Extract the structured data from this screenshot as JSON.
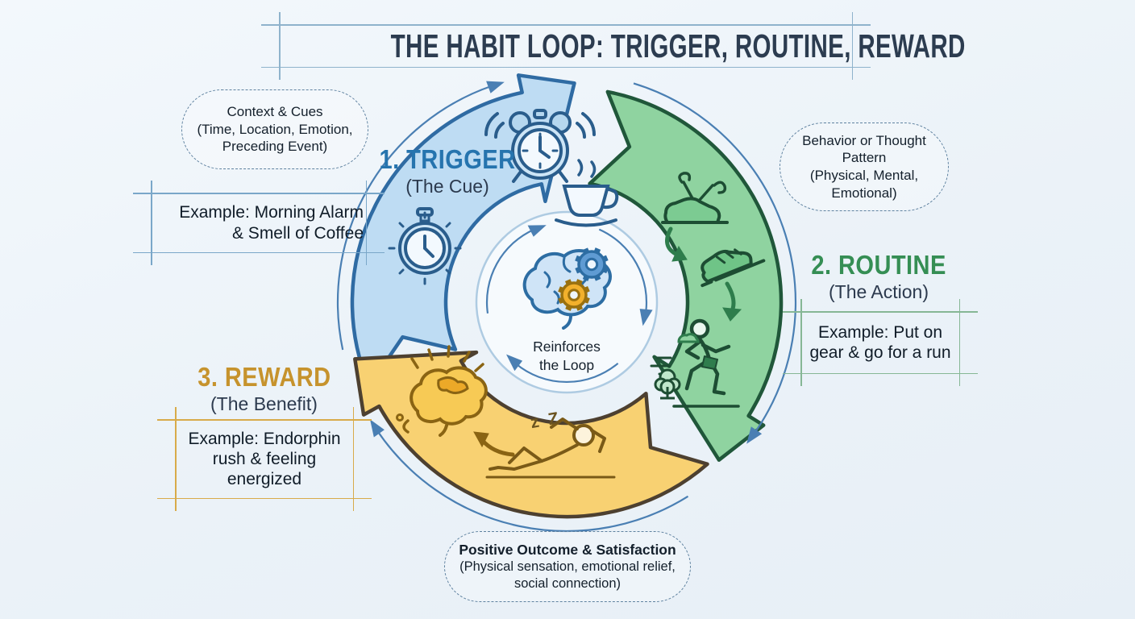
{
  "title": "THE HABIT LOOP: TRIGGER, ROUTINE, REWARD",
  "stages": {
    "trigger": {
      "name": "1. TRIGGER",
      "subtitle": "(The Cue)",
      "callout": "Context & Cues\n(Time, Location, Emotion,\nPreceding Event)",
      "example": "Example: Morning Alarm\n& Smell of Coffee",
      "color": "#2674ae"
    },
    "routine": {
      "name": "2. ROUTINE",
      "subtitle": "(The Action)",
      "callout": "Behavior or Thought\nPattern\n(Physical, Mental,\nEmotional)",
      "example": "Example: Put on\ngear & go for a run",
      "color": "#358e54"
    },
    "reward": {
      "name": "3. REWARD",
      "subtitle": "(The Benefit)",
      "callout_heading": "Positive Outcome & Satisfaction",
      "callout_body": "(Physical sensation, emotional relief,\nsocial connection)",
      "example": "Example: Endorphin\nrush & feeling\nenergized",
      "color": "#c6932d"
    }
  },
  "center": {
    "label": "Reinforces\nthe Loop"
  },
  "decor": {
    "sleep_text": "z Z"
  },
  "palette": {
    "background": "#edf3f8",
    "title_text": "#2c3c50",
    "arrow_trigger_fill": "#bedcf3",
    "arrow_routine_fill": "#8fd3a0",
    "arrow_reward_fill": "#f8d172",
    "arc_line": "#4a7fb3"
  },
  "icons": [
    "alarm-clock",
    "coffee-cup",
    "stopwatch",
    "shoe-tying",
    "running-shoe",
    "runner",
    "tree",
    "curved-arrow",
    "endorphin-brain",
    "resting-person",
    "brain-with-gears",
    "gear"
  ]
}
